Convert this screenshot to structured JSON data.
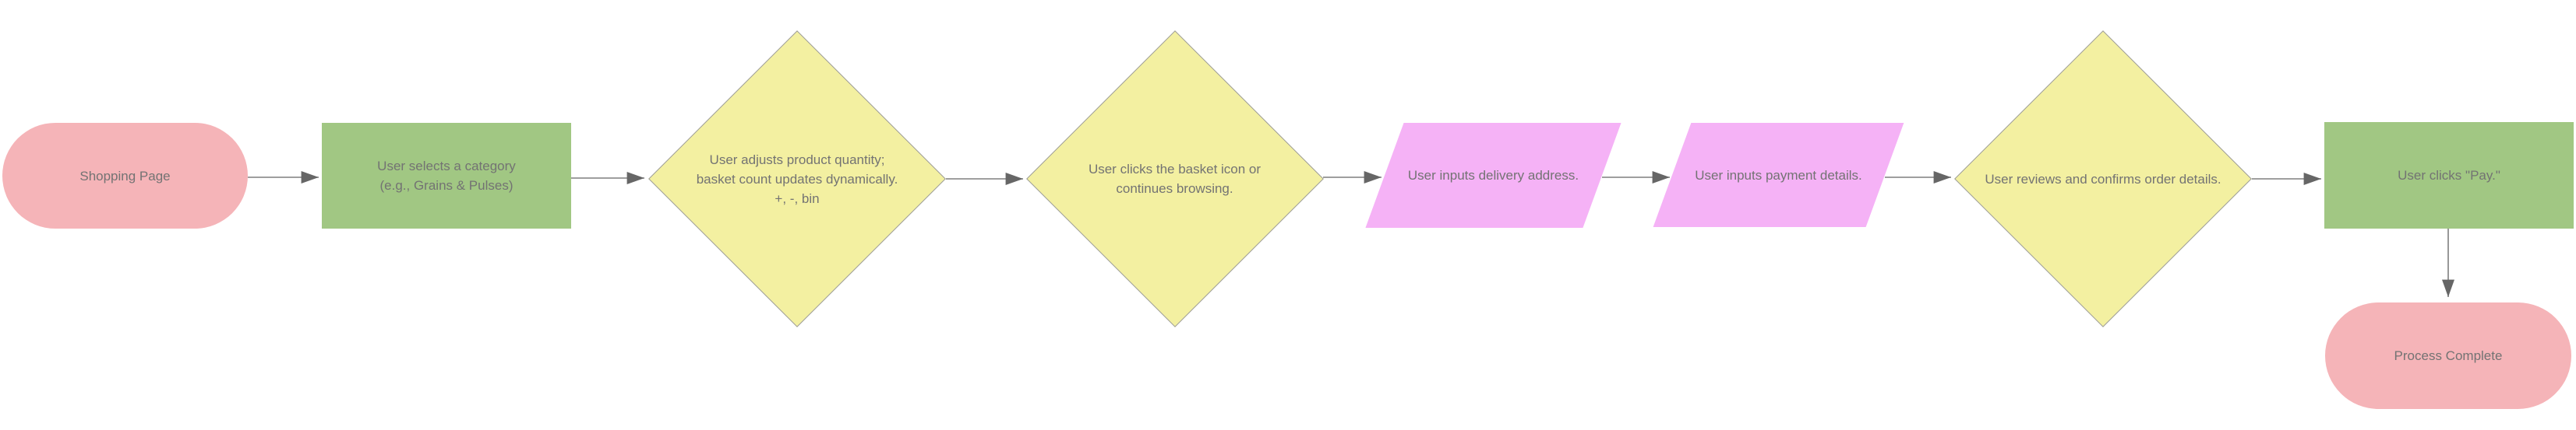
{
  "colors": {
    "background": "#ffffff",
    "terminator_fill": "#f5b4b8",
    "process_fill": "#a1c783",
    "decision_fill": "#f3f0a1",
    "decision_border": "#9a9a9a",
    "io_fill": "#f5b2f6",
    "connector": "#7f7f7f",
    "arrowhead": "#666666",
    "text": "#737373"
  },
  "flowchart": {
    "nodes": [
      {
        "id": "start",
        "type": "terminator",
        "lines": [
          "Shopping Page"
        ]
      },
      {
        "id": "select-category",
        "type": "process",
        "lines": [
          "User selects a category",
          "(e.g., Grains & Pulses)"
        ]
      },
      {
        "id": "adjust-quantity",
        "type": "decision",
        "lines": [
          "User adjusts product quantity;",
          "basket count updates dynamically.",
          "+, -, bin"
        ]
      },
      {
        "id": "click-basket",
        "type": "decision",
        "lines": [
          "User clicks the basket icon or",
          "continues browsing."
        ]
      },
      {
        "id": "delivery-address",
        "type": "input-output",
        "lines": [
          "User inputs delivery address."
        ]
      },
      {
        "id": "payment-details",
        "type": "input-output",
        "lines": [
          "User inputs payment details."
        ]
      },
      {
        "id": "review-confirm",
        "type": "decision",
        "lines": [
          "User reviews and confirms order details."
        ]
      },
      {
        "id": "click-pay",
        "type": "process",
        "lines": [
          "User clicks \"Pay.\""
        ]
      },
      {
        "id": "end",
        "type": "terminator",
        "lines": [
          "Process Complete"
        ]
      }
    ]
  }
}
